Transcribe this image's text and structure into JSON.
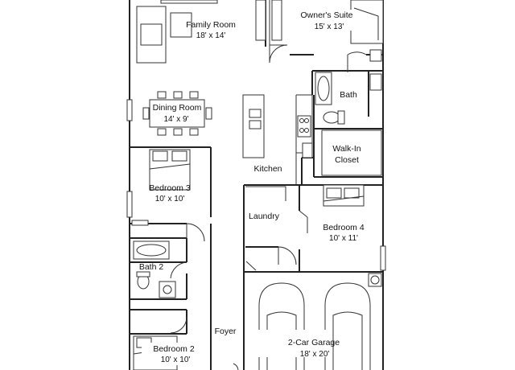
{
  "rooms": {
    "family_room": {
      "name": "Family Room",
      "size": "18' x 14'"
    },
    "owners_suite": {
      "name": "Owner's Suite",
      "size": "15' x 13'"
    },
    "dining_room": {
      "name": "Dining Room",
      "size": "14' x 9'"
    },
    "bath": {
      "name": "Bath"
    },
    "walk_in_closet": {
      "name": "Walk-In",
      "name2": "Closet"
    },
    "kitchen": {
      "name": "Kitchen"
    },
    "bedroom_3": {
      "name": "Bedroom 3",
      "size": "10' x 10'"
    },
    "laundry": {
      "name": "Laundry"
    },
    "bedroom_4": {
      "name": "Bedroom 4",
      "size": "10' x 11'"
    },
    "bath_2": {
      "name": "Bath 2"
    },
    "foyer": {
      "name": "Foyer"
    },
    "bedroom_2": {
      "name": "Bedroom 2",
      "size": "10' x 10'"
    },
    "garage": {
      "name": "2-Car Garage",
      "size": "18' x 20'"
    }
  }
}
